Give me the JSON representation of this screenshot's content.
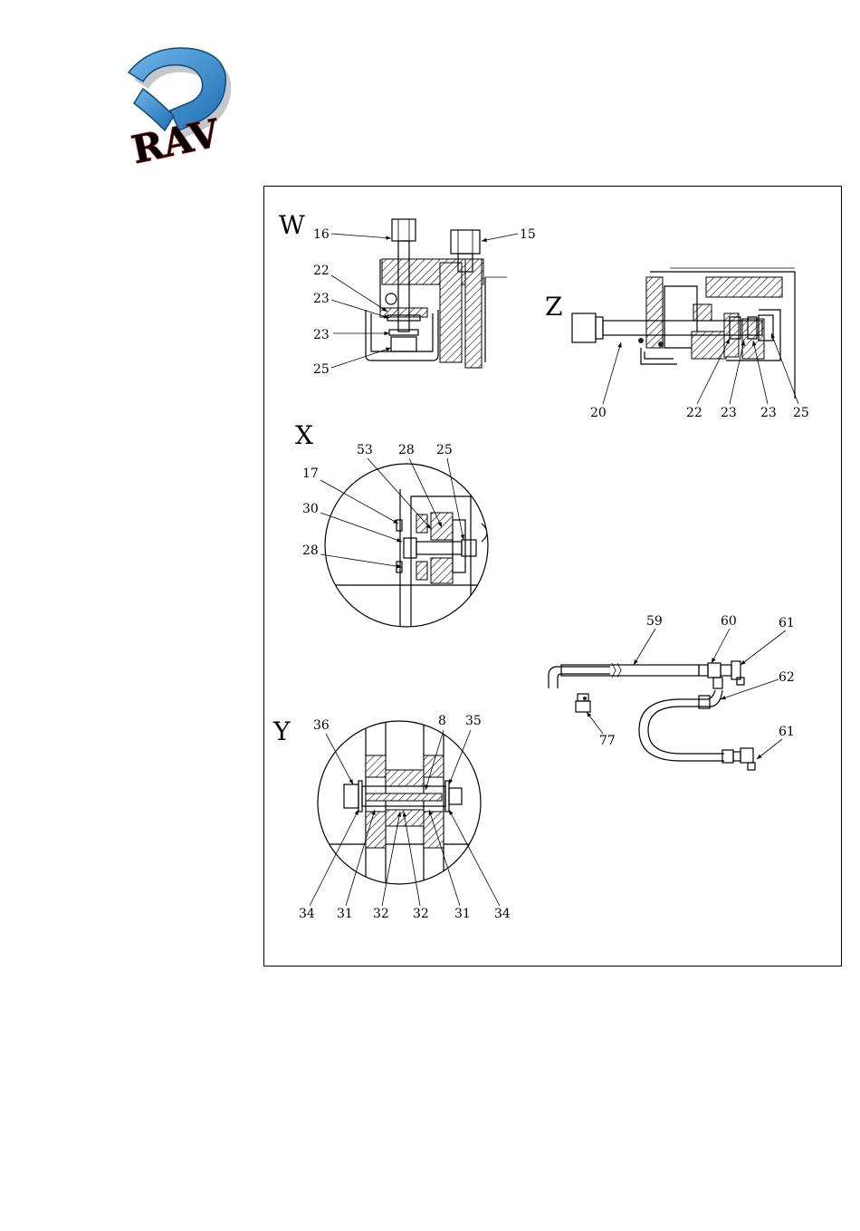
{
  "logo": {
    "text": "RAV",
    "colors": {
      "blue": "#2a83c8",
      "red": "#d42424",
      "shadow": "#9aa4ad"
    }
  },
  "views": {
    "W": {
      "title": "W",
      "callouts": [
        "16",
        "15",
        "22",
        "23",
        "23",
        "25"
      ]
    },
    "Z": {
      "title": "Z",
      "callouts": [
        "20",
        "22",
        "23",
        "23",
        "25"
      ]
    },
    "X": {
      "title": "X",
      "callouts": [
        "53",
        "28",
        "25",
        "17",
        "30",
        "28"
      ]
    },
    "Y": {
      "title": "Y",
      "callouts": [
        "36",
        "8",
        "35",
        "34",
        "31",
        "32",
        "32",
        "31",
        "34"
      ]
    },
    "hose": {
      "callouts": [
        "59",
        "60",
        "61",
        "62",
        "77",
        "61"
      ]
    }
  }
}
